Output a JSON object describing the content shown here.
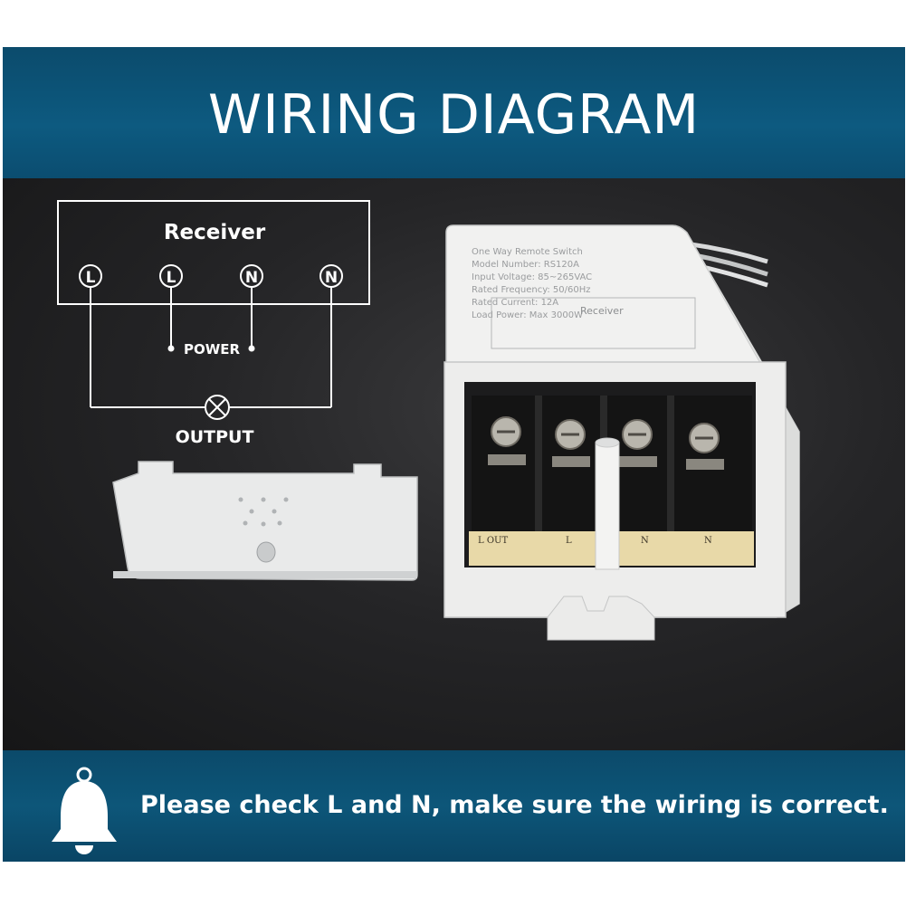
{
  "header": {
    "title": "WIRING DIAGRAM"
  },
  "diagram": {
    "receiver_label": "Receiver",
    "terminals": [
      "L",
      "L",
      "N",
      "N"
    ],
    "power_label": "POWER",
    "output_label": "OUTPUT"
  },
  "device": {
    "label_lines": [
      "One Way Remote Switch",
      "Model Number: RS120A",
      "Input Voltage: 85~265VAC",
      "Rated Frequency: 50/60Hz",
      "Rated Current: 12A",
      "Load Power: Max 3000W"
    ],
    "inner_receiver_label": "Receiver",
    "board_labels": [
      "L OUT",
      "L",
      "N",
      "N"
    ]
  },
  "footer": {
    "message": "Please check L and N, make sure the wiring is correct.",
    "icon": "bell-icon"
  },
  "colors": {
    "banner": "#0d5679",
    "background": "#252527",
    "text": "#ffffff"
  }
}
